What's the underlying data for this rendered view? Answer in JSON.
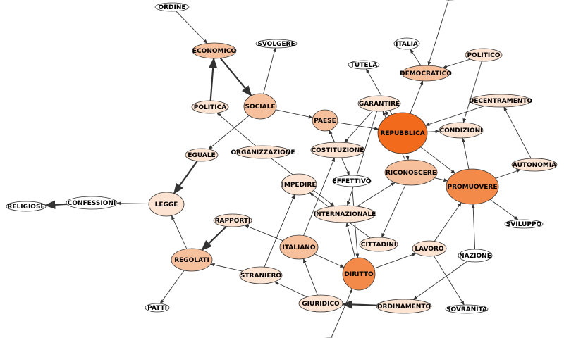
{
  "graph": {
    "nodes": [
      {
        "id": "ordine",
        "label": "ORDINE",
        "tier": 0
      },
      {
        "id": "economico",
        "label": "ECONOMICO",
        "tier": 2
      },
      {
        "id": "svolgere",
        "label": "SVOLGERE",
        "tier": 0
      },
      {
        "id": "sociale",
        "label": "SOCIALE",
        "tier": 2
      },
      {
        "id": "politica",
        "label": "POLITICA",
        "tier": 1
      },
      {
        "id": "eguale",
        "label": "EGUALE",
        "tier": 1
      },
      {
        "id": "organizzazione",
        "label": "ORGANIZZAZIONE",
        "tier": 1
      },
      {
        "id": "paese",
        "label": "PAESE",
        "tier": 2
      },
      {
        "id": "costituzione",
        "label": "COSTITUZIONE",
        "tier": 1
      },
      {
        "id": "italia",
        "label": "ITALIA",
        "tier": 0
      },
      {
        "id": "politico",
        "label": "POLITICO",
        "tier": 1
      },
      {
        "id": "tutela",
        "label": "TUTELA",
        "tier": 0
      },
      {
        "id": "democratico",
        "label": "DEMOCRATICO",
        "tier": 2
      },
      {
        "id": "garantire",
        "label": "GARANTIRE",
        "tier": 1
      },
      {
        "id": "repubblica",
        "label": "REPUBBLICA",
        "tier": 4
      },
      {
        "id": "decentramento",
        "label": "DECENTRAMENTO",
        "tier": 1
      },
      {
        "id": "condizioni",
        "label": "CONDIZIONI",
        "tier": 1
      },
      {
        "id": "riconoscere",
        "label": "RICONOSCERE",
        "tier": 2
      },
      {
        "id": "promuovere",
        "label": "PROMUOVERE",
        "tier": 3
      },
      {
        "id": "autonomia",
        "label": "AUTONOMIA",
        "tier": 1
      },
      {
        "id": "impedire",
        "label": "IMPEDIRE",
        "tier": 1
      },
      {
        "id": "effettivo",
        "label": "EFFETTIVO",
        "tier": 0
      },
      {
        "id": "internazionale",
        "label": "INTERNAZIONALE",
        "tier": 1
      },
      {
        "id": "legge",
        "label": "LEGGE",
        "tier": 1
      },
      {
        "id": "confessioni",
        "label": "CONFESSIONI",
        "tier": 0
      },
      {
        "id": "religiose",
        "label": "RELIGIOSE",
        "tier": 0
      },
      {
        "id": "rapporti",
        "label": "RAPPORTI",
        "tier": 1
      },
      {
        "id": "regolati",
        "label": "REGOLATI",
        "tier": 2
      },
      {
        "id": "italiano",
        "label": "ITALIANO",
        "tier": 2
      },
      {
        "id": "cittadini",
        "label": "CITTADINI",
        "tier": 1
      },
      {
        "id": "lavoro",
        "label": "LAVORO",
        "tier": 1
      },
      {
        "id": "nazione",
        "label": "NAZIONE",
        "tier": 0
      },
      {
        "id": "sviluppo",
        "label": "SVILUPPO",
        "tier": 0
      },
      {
        "id": "straniero",
        "label": "STRANIERO",
        "tier": 1
      },
      {
        "id": "diritto",
        "label": "DIRITTO",
        "tier": 3
      },
      {
        "id": "patti",
        "label": "PATTI",
        "tier": 0
      },
      {
        "id": "giuridico",
        "label": "GIURIDICO",
        "tier": 1
      },
      {
        "id": "ordinamento",
        "label": "ORDINAMENTO",
        "tier": 1
      },
      {
        "id": "sovranita",
        "label": "SOVRANITÀ",
        "tier": 0
      },
      {
        "id": "offscreen-top",
        "label": "",
        "tier": 0
      },
      {
        "id": "offscreen-bottom",
        "label": "",
        "tier": 0
      }
    ],
    "edges": [
      {
        "from": "ordine",
        "to": "economico",
        "weight": 1
      },
      {
        "from": "economico",
        "to": "sociale",
        "weight": 2
      },
      {
        "from": "politica",
        "to": "economico",
        "weight": 2
      },
      {
        "from": "sociale",
        "to": "svolgere",
        "weight": 1
      },
      {
        "from": "sociale",
        "to": "paese",
        "weight": 1
      },
      {
        "from": "sociale",
        "to": "eguale",
        "weight": 1
      },
      {
        "from": "eguale",
        "to": "legge",
        "weight": 2
      },
      {
        "from": "legge",
        "to": "confessioni",
        "weight": 1
      },
      {
        "from": "confessioni",
        "to": "religiose",
        "weight": 2
      },
      {
        "from": "regolati",
        "to": "legge",
        "weight": 1
      },
      {
        "from": "regolati",
        "to": "patti",
        "weight": 1
      },
      {
        "from": "rapporti",
        "to": "regolati",
        "weight": 2
      },
      {
        "from": "straniero",
        "to": "regolati",
        "weight": 1
      },
      {
        "from": "straniero",
        "to": "impedire",
        "weight": 1
      },
      {
        "from": "italiano",
        "to": "rapporti",
        "weight": 1
      },
      {
        "from": "italiano",
        "to": "diritto",
        "weight": 1
      },
      {
        "from": "italiano",
        "to": "costituzione",
        "weight": 1
      },
      {
        "from": "organizzazione",
        "to": "politica",
        "weight": 1
      },
      {
        "from": "organizzazione",
        "to": "internazionale",
        "weight": 1
      },
      {
        "from": "paese",
        "to": "repubblica",
        "weight": 1
      },
      {
        "from": "paese",
        "to": "effettivo",
        "weight": 1
      },
      {
        "from": "costituzione",
        "to": "paese",
        "weight": 1
      },
      {
        "from": "garantire",
        "to": "costituzione",
        "weight": 1
      },
      {
        "from": "garantire",
        "to": "internazionale",
        "weight": 1
      },
      {
        "from": "repubblica",
        "to": "garantire",
        "weight": 1
      },
      {
        "from": "repubblica",
        "to": "tutela",
        "weight": 1
      },
      {
        "from": "repubblica",
        "to": "democratico",
        "weight": 1
      },
      {
        "from": "repubblica",
        "to": "condizioni",
        "weight": 1
      },
      {
        "from": "repubblica",
        "to": "riconoscere",
        "weight": 1
      },
      {
        "from": "repubblica",
        "to": "promuovere",
        "weight": 1
      },
      {
        "from": "democratico",
        "to": "italia",
        "weight": 1
      },
      {
        "from": "politico",
        "to": "democratico",
        "weight": 1
      },
      {
        "from": "politico",
        "to": "condizioni",
        "weight": 1
      },
      {
        "from": "decentramento",
        "to": "repubblica",
        "weight": 1
      },
      {
        "from": "autonomia",
        "to": "decentramento",
        "weight": 1
      },
      {
        "from": "promuovere",
        "to": "autonomia",
        "weight": 1
      },
      {
        "from": "promuovere",
        "to": "condizioni",
        "weight": 1
      },
      {
        "from": "promuovere",
        "to": "sviluppo",
        "weight": 1
      },
      {
        "from": "riconoscere",
        "to": "promuovere",
        "weight": 1
      },
      {
        "from": "riconoscere",
        "to": "cittadini",
        "weight": 1
      },
      {
        "from": "riconoscere",
        "to": "garantire",
        "weight": 1
      },
      {
        "from": "internazionale",
        "to": "riconoscere",
        "weight": 1
      },
      {
        "from": "cittadini",
        "to": "impedire",
        "weight": 1
      },
      {
        "from": "effettivo",
        "to": "diritto",
        "weight": 1
      },
      {
        "from": "diritto",
        "to": "internazionale",
        "weight": 1
      },
      {
        "from": "diritto",
        "to": "lavoro",
        "weight": 1
      },
      {
        "from": "lavoro",
        "to": "promuovere",
        "weight": 1
      },
      {
        "from": "lavoro",
        "to": "sovranita",
        "weight": 1
      },
      {
        "from": "nazione",
        "to": "promuovere",
        "weight": 1
      },
      {
        "from": "nazione",
        "to": "ordinamento",
        "weight": 1
      },
      {
        "from": "ordinamento",
        "to": "giuridico",
        "weight": 2
      },
      {
        "from": "giuridico",
        "to": "straniero",
        "weight": 1
      },
      {
        "from": "giuridico",
        "to": "italiano",
        "weight": 1
      },
      {
        "from": "offscreen-bottom",
        "to": "diritto",
        "weight": 1
      },
      {
        "from": "offscreen-top",
        "to": "democratico",
        "weight": 1
      }
    ]
  },
  "colors": {
    "tier0": "#ffffff",
    "tier1": "#fce3d2",
    "tier2": "#f7c09c",
    "tier3": "#f48a4a",
    "tier4": "#f26b1c",
    "stroke": "#333333",
    "edge": "#333333"
  }
}
